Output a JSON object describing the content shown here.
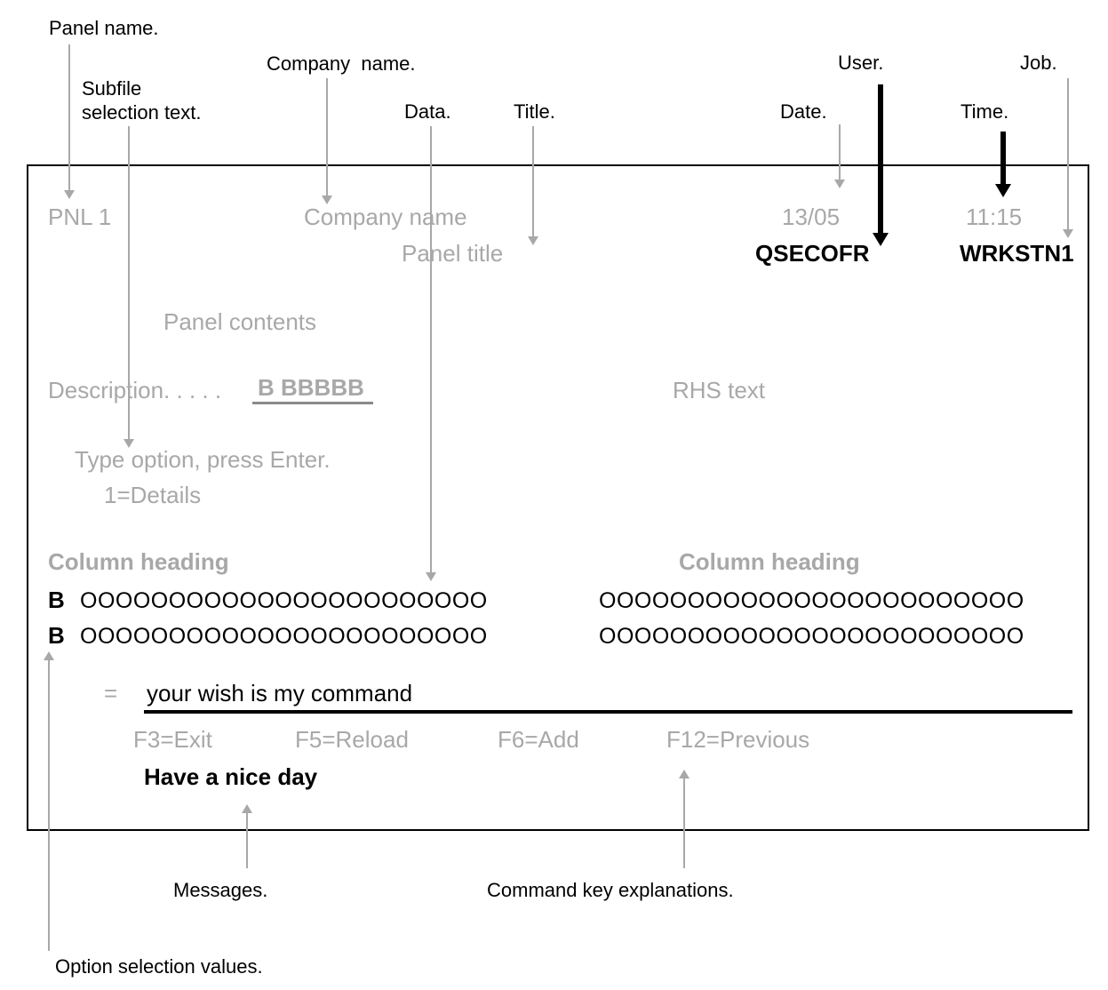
{
  "colors": {
    "panel_gray": "#a8a8a8",
    "arrow_gray": "#a8a8a8",
    "emphasis_black": "#000000"
  },
  "annotations": {
    "panel_name": "Panel name.",
    "subfile_selection": "Subfile\nselection text.",
    "company_name": "Company  name.",
    "data": "Data.",
    "title": "Title.",
    "user": "User.",
    "date": "Date.",
    "job": "Job.",
    "time": "Time.",
    "messages": "Messages.",
    "command_keys": "Command key explanations.",
    "option_values": "Option selection values."
  },
  "panel": {
    "name": "PNL 1",
    "company": "Company name",
    "date": "13/05",
    "time": "11:15",
    "title": "Panel title",
    "user": "QSECOFR",
    "job": "WRKSTN1",
    "contents": "Panel contents",
    "description_label": "Description. . . . .",
    "description_value": "B BBBBB",
    "rhs_text": "RHS text",
    "type_option": "Type option, press Enter.",
    "option_1": "1=Details",
    "col_heading_left": "Column heading",
    "col_heading_right": "Column heading",
    "rows": [
      {
        "opt": "B",
        "left": "OOOOOOOOOOOOOOOOOOOOOOO",
        "right": "OOOOOOOOOOOOOOOOOOOOOOOO"
      },
      {
        "opt": "B",
        "left": "OOOOOOOOOOOOOOOOOOOOOOO",
        "right": "OOOOOOOOOOOOOOOOOOOOOOOO"
      }
    ],
    "cmd_prefix": "=",
    "cmd_value": "your wish is my command",
    "fkeys": [
      "F3=Exit",
      "F5=Reload",
      "F6=Add",
      "F12=Previous"
    ],
    "message": "Have a nice day"
  }
}
